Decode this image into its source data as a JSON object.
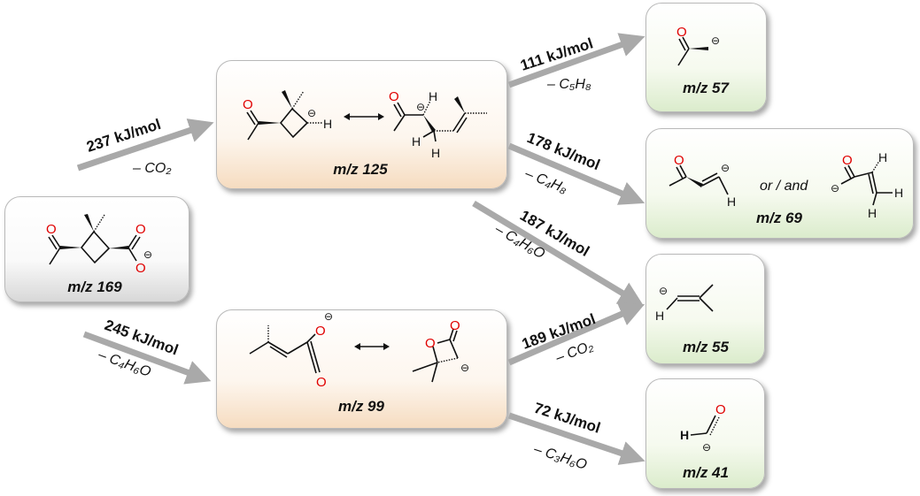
{
  "species": {
    "m169": "m/z 169",
    "m125": "m/z 125",
    "m99": "m/z 99",
    "m57": "m/z 57",
    "m69": "m/z 69",
    "m55": "m/z 55",
    "m41": "m/z 41"
  },
  "paths": [
    {
      "energy": "237 kJ/mol",
      "loss": "– CO₂"
    },
    {
      "energy": "245 kJ/mol",
      "loss": "– C₄H₆O"
    },
    {
      "energy": "111 kJ/mol",
      "loss": "– C₅H₈"
    },
    {
      "energy": "178 kJ/mol",
      "loss": "– C₄H₈"
    },
    {
      "energy": "187 kJ/mol",
      "loss": "– C₄H₆O"
    },
    {
      "energy": "189 kJ/mol",
      "loss": "– CO₂"
    },
    {
      "energy": "72 kJ/mol",
      "loss": "– C₃H₆O"
    }
  ],
  "or_and": "or / and",
  "atoms": {
    "O": "O",
    "H": "H",
    "charge": "⊖"
  },
  "colors": {
    "oxygen": "#e00000",
    "arrow": "#a9a9a9"
  }
}
